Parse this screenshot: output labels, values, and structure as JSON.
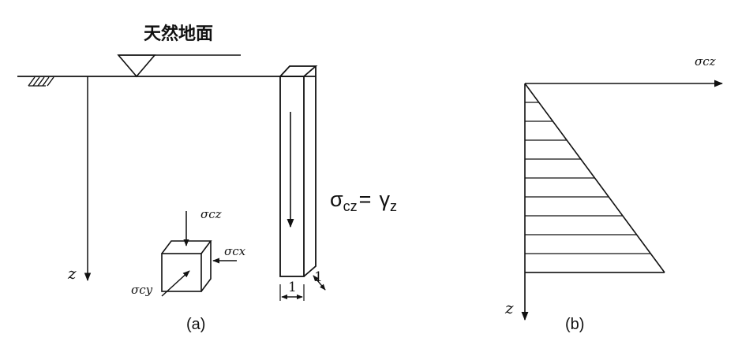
{
  "panel_a": {
    "ground_label": "天然地面",
    "soil_hatch_mark": "7/ / /",
    "z_axis_label": "z",
    "element_labels": {
      "sigma_cz": "σcz",
      "sigma_cx": "σcx",
      "sigma_cy": "σcy"
    },
    "column_width_label": "1",
    "column_depth_label": "1",
    "formula": {
      "lhs": "σ",
      "lhs_sub": "cz",
      "equals": "=",
      "rhs": "γ",
      "rhs_sub": "z"
    },
    "caption": "(a)"
  },
  "panel_b": {
    "x_axis_label": "σcz",
    "z_axis_label": "z",
    "caption": "(b)",
    "stress_distribution": "linear triangular increase with depth",
    "hatch_line_count": 10
  }
}
